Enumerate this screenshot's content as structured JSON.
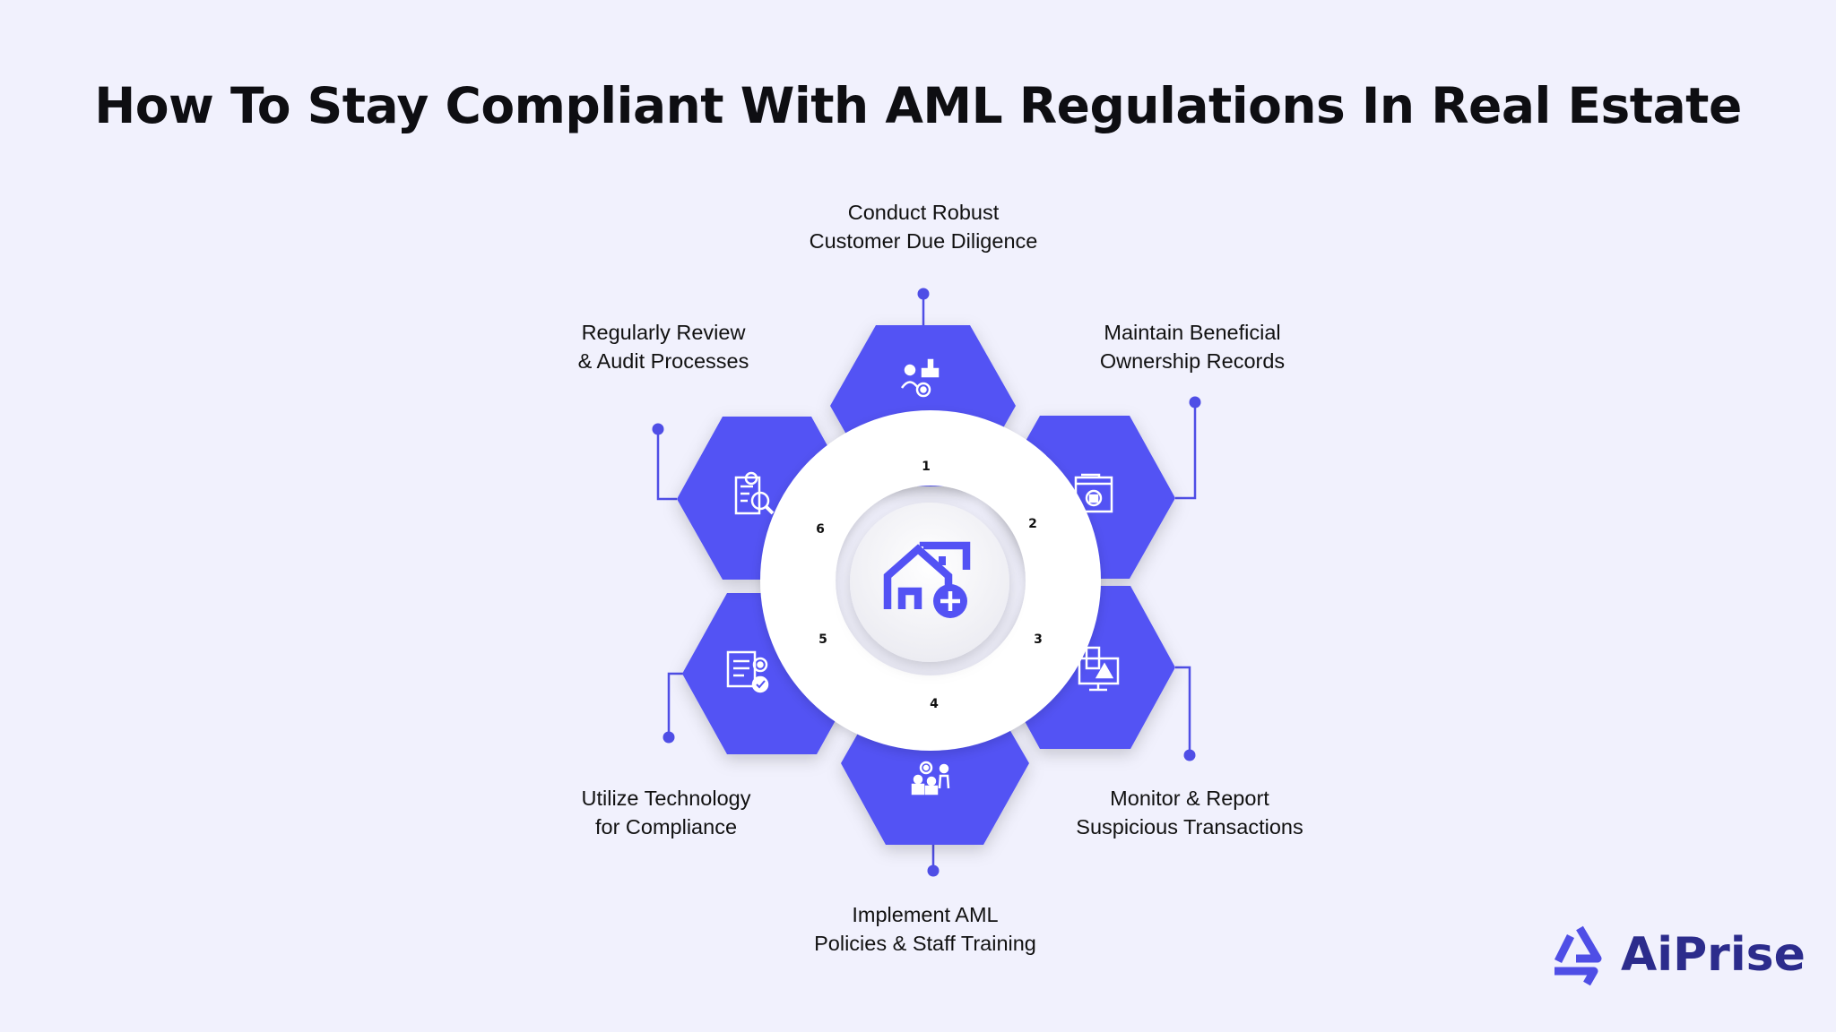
{
  "title": "How To Stay Compliant With AML Regulations In Real Estate",
  "colors": {
    "accent": "#5352f4",
    "background": "#f1f1fd",
    "text": "#111111",
    "brand": "#2c2c8c"
  },
  "center": {
    "icon": "house-plus-icon"
  },
  "steps": [
    {
      "number": "1",
      "label": "Conduct Robust\nCustomer Due Diligence",
      "icon": "people-gear-thumbs-up-icon"
    },
    {
      "number": "2",
      "label": "Maintain  Beneficial\nOwnership Records",
      "icon": "records-lock-folder-icon"
    },
    {
      "number": "3",
      "label": "Monitor & Report\nSuspicious Transactions",
      "icon": "monitor-alert-report-icon"
    },
    {
      "number": "4",
      "label": "Implement AML\nPolicies & Staff Training",
      "icon": "training-presentation-icon"
    },
    {
      "number": "5",
      "label": "Utilize Technology\nfor Compliance",
      "icon": "document-gear-check-icon"
    },
    {
      "number": "6",
      "label": "Regularly Review\n& Audit Processes",
      "icon": "audit-document-magnifier-icon"
    }
  ],
  "brand": {
    "name": "AiPrise",
    "icon": "aiprise-logo-icon"
  }
}
